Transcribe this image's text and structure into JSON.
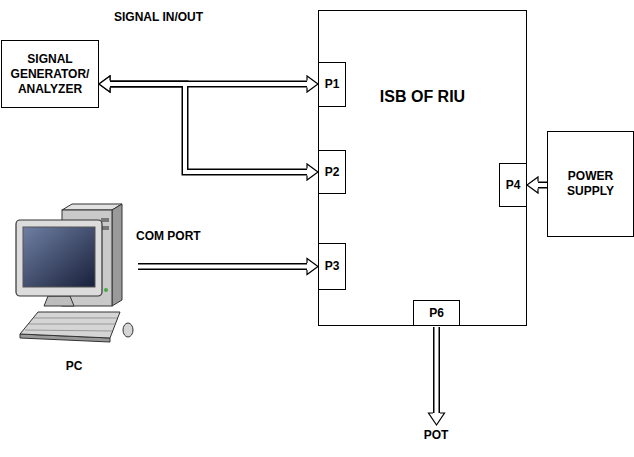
{
  "diagram": {
    "nodes": [
      {
        "text": [
          "SIGNAL GENERATOR/ ANALYZER"
        ]
      },
      {
        "text": [
          "ISB OF RIU"
        ]
      },
      {
        "text": [
          "P1"
        ],
        "in": 1
      },
      {
        "text": [
          "P2"
        ],
        "in": 1
      },
      {
        "text": [
          "P3"
        ],
        "in": 1
      },
      {
        "text": [
          "P4"
        ],
        "in": 1
      },
      {
        "text": [
          "P6"
        ],
        "in": 1
      },
      {
        "text": [
          "POWER SUPPLY"
        ]
      },
      {
        "text": [
          "PC"
        ]
      }
    ],
    "edges": [
      {
        "from": 0,
        "to": 2,
        "arrow": "both",
        "label": "SIGNAL IN/OUT"
      },
      {
        "from": 0,
        "to": 3,
        "arrow": "both"
      },
      {
        "from": 8,
        "to": 4,
        "arrow": "to",
        "label": "COM PORT"
      },
      {
        "from": 7,
        "to": 5,
        "arrow": "to"
      }
    ],
    "labels": [
      "POT"
    ]
  }
}
